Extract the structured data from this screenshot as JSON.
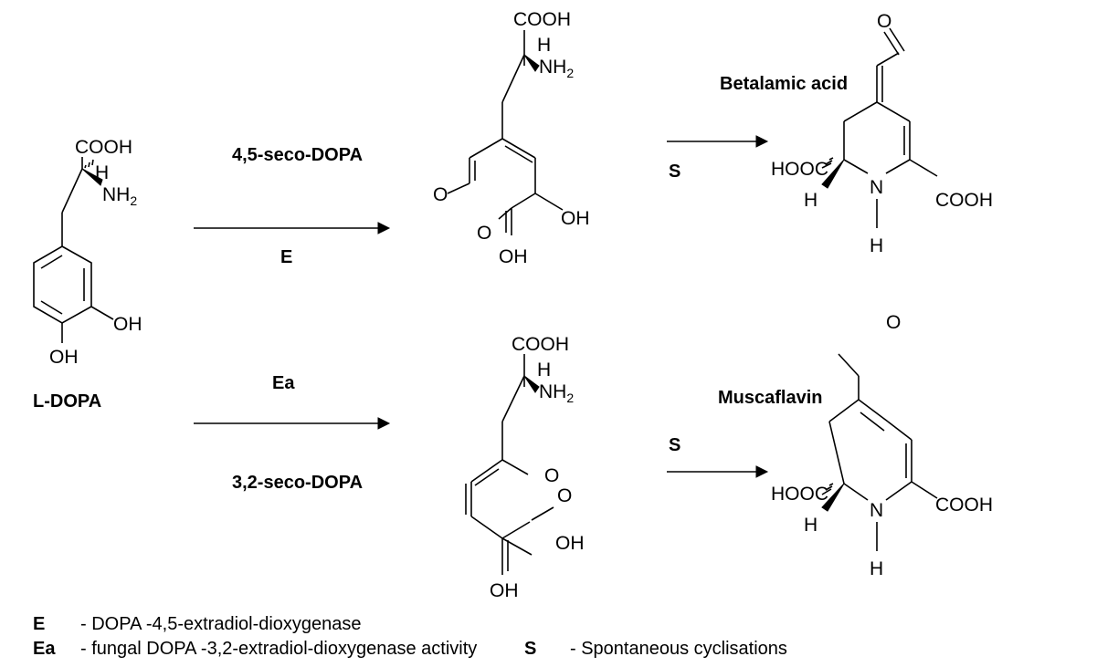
{
  "compounds": {
    "ldopa": {
      "name": "L-DOPA",
      "atoms": {
        "cooh": "COOH",
        "h": "H",
        "nh2": "NH",
        "nh2_sub": "2",
        "oh_meta": "OH",
        "oh_para": "OH"
      }
    },
    "seco45": {
      "name": "4,5-seco-DOPA",
      "atoms": {
        "cooh": "COOH",
        "h": "H",
        "nh2": "NH",
        "nh2_sub": "2",
        "o_ald": "O",
        "o_acid": "O",
        "oh_side": "OH",
        "oh_acid": "OH"
      }
    },
    "seco32": {
      "name": "3,2-seco-DOPA",
      "atoms": {
        "cooh": "COOH",
        "h": "H",
        "nh2": "NH",
        "nh2_sub": "2",
        "o_ald": "O",
        "o_acid": "O",
        "oh_acid": "OH",
        "oh_enol": "OH"
      }
    },
    "betalamic": {
      "name": "Betalamic acid",
      "atoms": {
        "o_ald": "O",
        "hooc": "HOOC",
        "h": "H",
        "n": "N",
        "nh": "H",
        "cooh": "COOH"
      }
    },
    "muscaflavin": {
      "name": "Muscaflavin",
      "atoms": {
        "o_ald": "O",
        "hooc": "HOOC",
        "h": "H",
        "n": "N",
        "nh": "H",
        "cooh": "COOH"
      }
    }
  },
  "arrows": {
    "enzyme_e": "E",
    "enzyme_ea": "Ea",
    "spont_top": "S",
    "spont_bottom": "S"
  },
  "legend": [
    {
      "key": "E",
      "text": "- DOPA -4,5-extradiol-dioxygenase"
    },
    {
      "key": "Ea",
      "text": "- fungal  DOPA -3,2-extradiol-dioxygenase activity"
    },
    {
      "key": "S",
      "text": "- Spontaneous cyclisations"
    }
  ]
}
